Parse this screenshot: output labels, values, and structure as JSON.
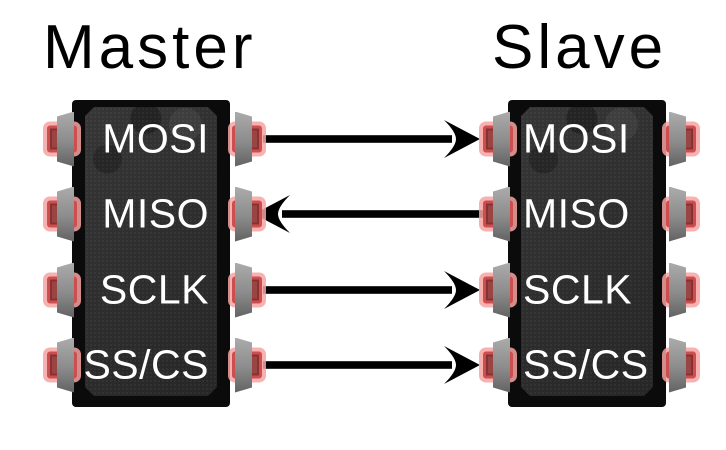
{
  "titles": {
    "master": "Master",
    "slave": "Slave"
  },
  "master_chip": {
    "pins": [
      "MOSI",
      "MISO",
      "SCLK",
      "SS/CS"
    ]
  },
  "slave_chip": {
    "pins": [
      "MOSI",
      "MISO",
      "SCLK",
      "SS/CS"
    ]
  },
  "connections": [
    {
      "signal": "MOSI",
      "from": "Master",
      "to": "Slave"
    },
    {
      "signal": "MISO",
      "from": "Slave",
      "to": "Master"
    },
    {
      "signal": "SCLK",
      "from": "Master",
      "to": "Slave"
    },
    {
      "signal": "SS/CS",
      "from": "Master",
      "to": "Slave"
    }
  ],
  "colors": {
    "background": "#ffffff",
    "chip_body": "#0b0b0b",
    "chip_face": "#2e2e2e",
    "pin_metal": "#8b8b8b",
    "pin_highlight_fill": "#9b4444",
    "pin_highlight_border": "#cd4e4e",
    "pin_highlight_glow": "#f6a3a3",
    "label_text": "#ffffff",
    "title_text": "#000000",
    "arrow": "#000000"
  }
}
